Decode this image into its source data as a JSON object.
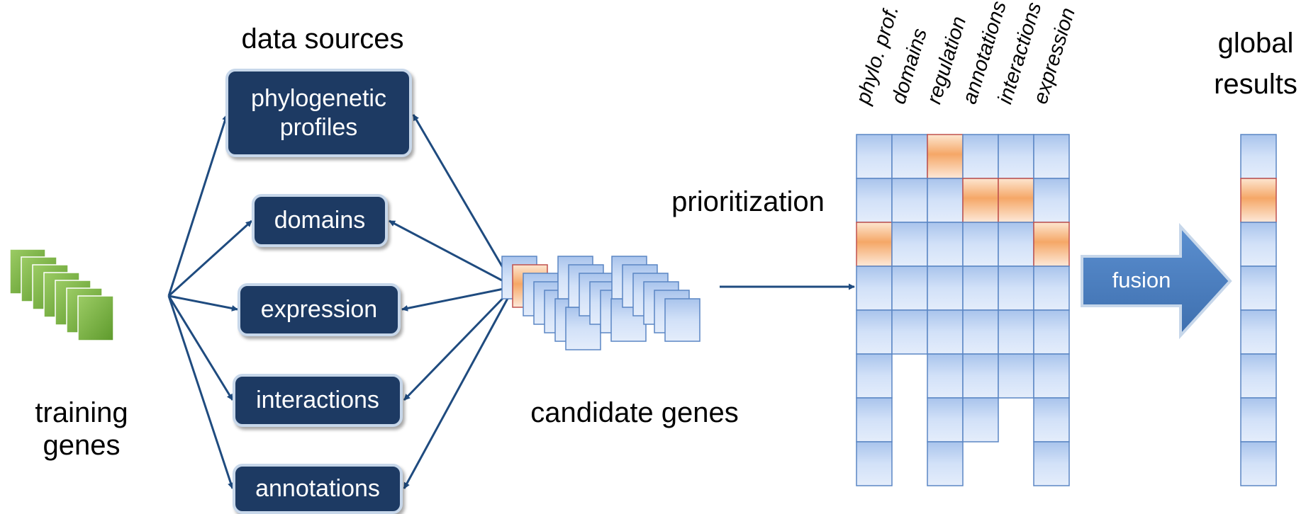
{
  "labels": {
    "training_genes": "training\ngenes",
    "data_sources": "data sources",
    "candidate_genes": "candidate genes",
    "prioritization": "prioritization",
    "global_results": "global\nresults",
    "fusion": "fusion"
  },
  "sources": [
    "phylogenetic profiles",
    "domains",
    "expression",
    "interactions",
    "annotations"
  ],
  "columns": [
    "phylo. prof.",
    "domains",
    "regulation",
    "annotations",
    "interactions",
    "expression"
  ],
  "matrix": {
    "column_lengths": [
      8,
      5,
      8,
      7,
      6,
      8
    ],
    "highlighted": [
      [
        0,
        2
      ],
      [
        1,
        3
      ],
      [
        1,
        4
      ],
      [
        2,
        0
      ],
      [
        2,
        5
      ]
    ]
  },
  "global_results": {
    "length": 8,
    "highlighted": [
      1
    ]
  },
  "colors": {
    "box": "#1d3a63",
    "arrow": "#1f4b7f",
    "cell_light": "#dbe8fb",
    "cell_dark": "#a9c4ec",
    "cell_border": "#5b86c4",
    "highlight": "#f5a767",
    "gene_green": "#7cb342",
    "fusion_arrow": "#4f81bd"
  }
}
